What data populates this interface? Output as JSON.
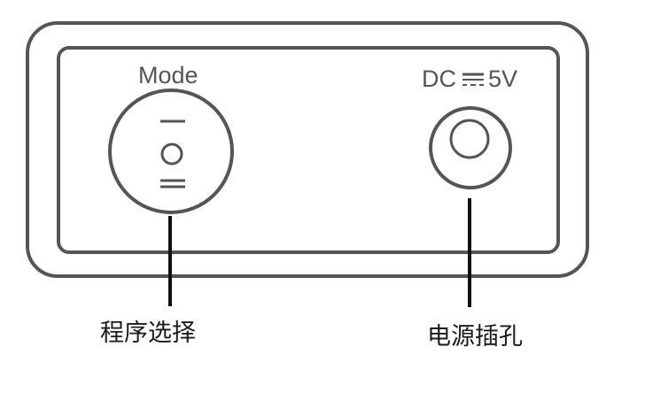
{
  "device_panel": {
    "mode_switch": {
      "label": "Mode",
      "positions": [
        "—",
        "○",
        "="
      ]
    },
    "power_jack": {
      "label_prefix": "DC",
      "dc_symbol": "⎓",
      "label_voltage": "5V"
    }
  },
  "callouts": {
    "mode_switch": "程序选择",
    "power_jack": "电源插孔"
  },
  "colors": {
    "stroke": "#555555",
    "leader": "#111111",
    "callout_text": "#1a1a1a"
  }
}
